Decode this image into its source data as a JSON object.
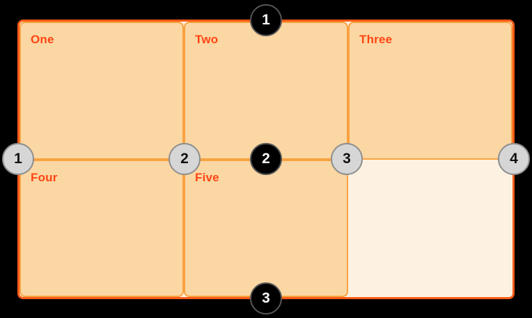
{
  "grid": {
    "cells": [
      {
        "label": "One",
        "row": 1,
        "col": 1
      },
      {
        "label": "Two",
        "row": 1,
        "col": 2
      },
      {
        "label": "Three",
        "row": 1,
        "col": 3
      },
      {
        "label": "Four",
        "row": 2,
        "col": 1
      },
      {
        "label": "Five",
        "row": 2,
        "col": 2
      }
    ],
    "empty_cell": {
      "row": 2,
      "col": 3
    },
    "columns": 3,
    "rows": 2
  },
  "line_badges": {
    "rows": [
      {
        "number": "1"
      },
      {
        "number": "2"
      },
      {
        "number": "3"
      }
    ],
    "columns": [
      {
        "number": "1"
      },
      {
        "number": "2"
      },
      {
        "number": "3"
      },
      {
        "number": "4"
      }
    ]
  },
  "colors": {
    "background": "#000000",
    "container_bg": "#fdf2e2",
    "outer_border": "#fa5a17",
    "cell_border": "#f9a240",
    "cell_bg": "#fbd7a3",
    "label_color": "#ff4513",
    "row_badge_bg": "#000000",
    "row_badge_text": "#ffffff",
    "col_badge_bg": "#d6d6d6",
    "col_badge_text": "#111111"
  }
}
